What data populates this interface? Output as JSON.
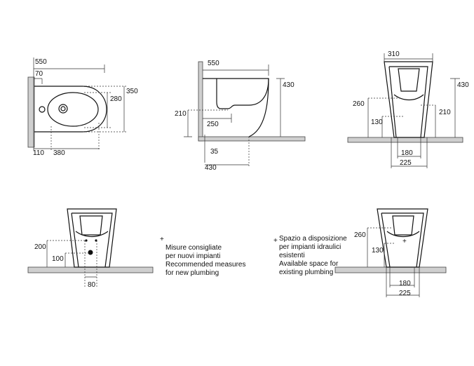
{
  "top_view": {
    "width": "550",
    "wall_gap": "70",
    "depth_outer": "350",
    "depth_inner": "280",
    "offset_a": "110",
    "offset_b": "380"
  },
  "side_view": {
    "width": "550",
    "height": "430",
    "pipe_height": "210",
    "pipe_offset": "250",
    "floor_offset": "35",
    "floor_length": "430"
  },
  "front_view": {
    "top_width": "310",
    "height": "430",
    "h_260": "260",
    "h_210": "210",
    "h_130": "130",
    "w_180": "180",
    "w_225": "225"
  },
  "plumbing_new": {
    "h_200": "200",
    "h_100": "100",
    "w_80": "80"
  },
  "plumbing_existing": {
    "h_260": "260",
    "h_130": "130",
    "w_180": "180",
    "w_225": "225"
  },
  "notes": {
    "new": [
      "Misure consigliate",
      "per nuovi impianti",
      "Recommended measures",
      "for new plumbing"
    ],
    "existing": [
      "Spazio a disposizione",
      "per impianti idraulici",
      "esistenti",
      "Available space for",
      "existing plumbing"
    ]
  }
}
